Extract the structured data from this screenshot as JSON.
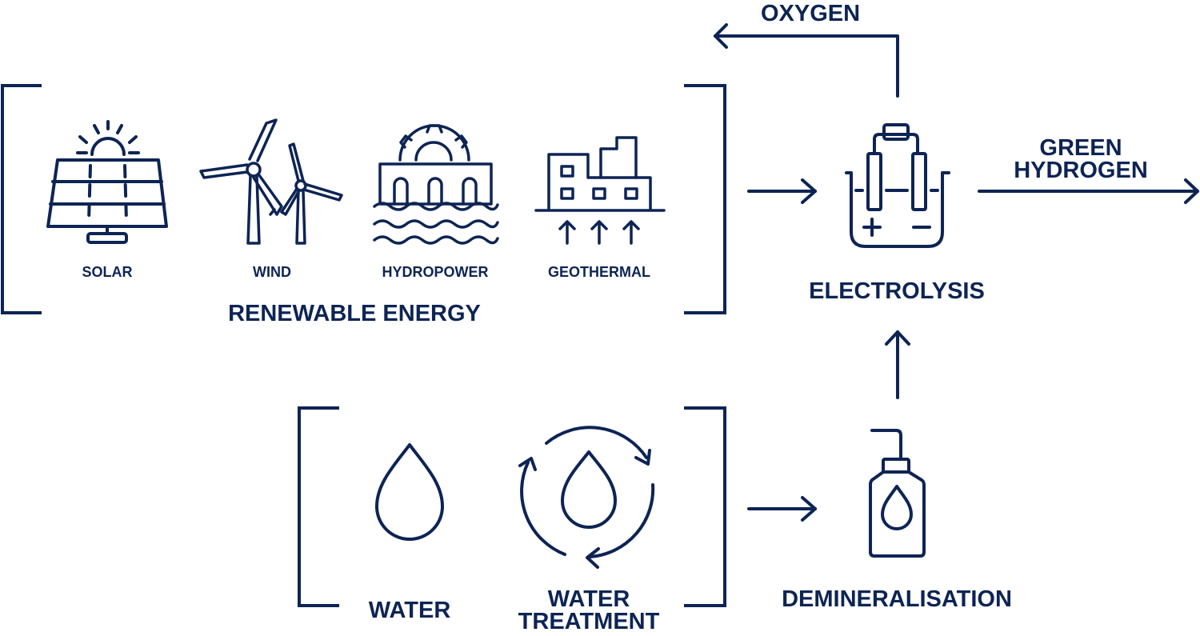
{
  "colors": {
    "ink": "#0d2454",
    "background": "#ffffff"
  },
  "labels": {
    "oxygen": "OXYGEN",
    "green_hydrogen_line1": "GREEN",
    "green_hydrogen_line2": "HYDROGEN",
    "electrolysis": "ELECTROLYSIS",
    "renewable_energy": "RENEWABLE ENERGY",
    "solar": "SOLAR",
    "wind": "WIND",
    "hydropower": "HYDROPOWER",
    "geothermal": "GEOTHERMAL",
    "water": "WATER",
    "water_treatment_line1": "WATER",
    "water_treatment_line2": "TREATMENT",
    "demineralisation": "DEMINERALISATION"
  },
  "icons": [
    "solar-panel-icon",
    "wind-turbine-icon",
    "hydropower-dam-icon",
    "geothermal-plant-icon",
    "electrolysis-cell-icon",
    "water-drop-icon",
    "water-recycle-icon",
    "wash-bottle-icon"
  ]
}
